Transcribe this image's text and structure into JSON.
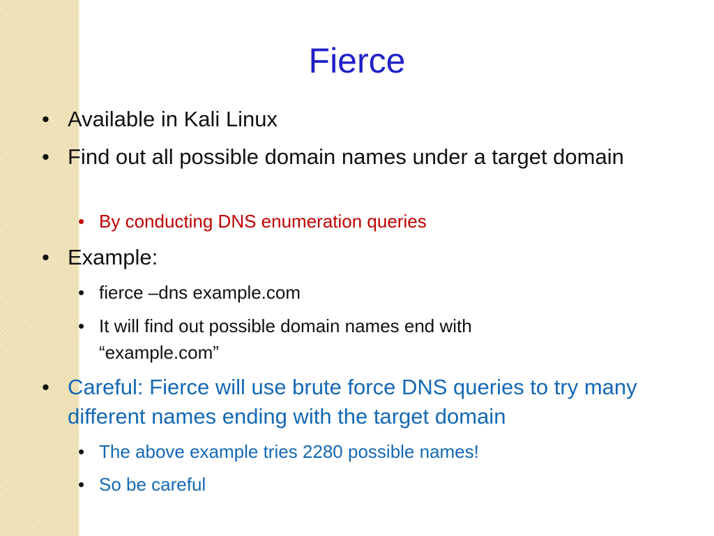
{
  "slide": {
    "title": "Fierce",
    "bullets": [
      {
        "text": "Available in Kali Linux"
      },
      {
        "text": "Find out all possible domain names under a target domain",
        "sub": [
          {
            "text": "By conducting DNS enumeration queries"
          }
        ]
      },
      {
        "text": "Example:",
        "sub": [
          {
            "text": "fierce –dns example.com"
          },
          {
            "text": "It will find out possible domain names end with “example.com”"
          }
        ]
      },
      {
        "text": "Careful: Fierce will use brute force DNS queries to try many different names ending with the target domain",
        "sub": [
          {
            "text": "The above example tries 2280 possible names!"
          },
          {
            "text": "So be careful"
          }
        ]
      }
    ],
    "bullet_symbol": "•",
    "colors": {
      "title": "#2020c8",
      "body": "#111111",
      "red_accent": "#c00000",
      "blue_accent": "#1468b4",
      "side_texture": "#f3e7c0"
    }
  }
}
